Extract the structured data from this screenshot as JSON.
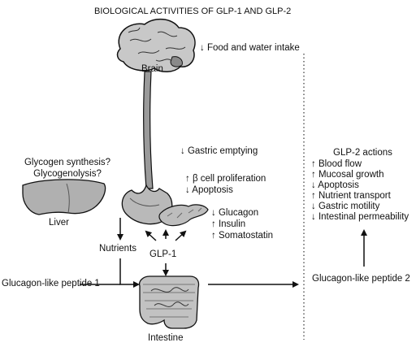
{
  "title": "BIOLOGICAL ACTIVITIES OF GLP-1 AND GLP-2",
  "organs": {
    "brain": "Brain",
    "liver": "Liver",
    "intestine": "Intestine"
  },
  "brain_effect": "↓ Food and water intake",
  "gastric_effect": "↓ Gastric emptying",
  "liver_question": {
    "line1": "Glycogen synthesis?",
    "line2": "Glycogenolysis?"
  },
  "beta_cell_effects": [
    "↑ β cell proliferation",
    "↓ Apoptosis"
  ],
  "pancreas_effects": [
    "↓ Glucagon",
    "↑ Insulin",
    "↑ Somatostatin"
  ],
  "nutrients": "Nutrients",
  "glp1": "GLP-1",
  "glp1_full": "Glucagon-like peptide 1",
  "glp2_full": "Glucagon-like peptide 2",
  "glp2_actions": {
    "heading": "GLP-2 actions",
    "items": [
      "↑ Blood flow",
      "↑ Mucosal growth",
      "↓ Apoptosis",
      "↑ Nutrient transport",
      "↓ Gastric motility",
      "↓ Intestinal permeability"
    ]
  },
  "colors": {
    "ink": "#111111",
    "organ_fill": "#b9b9b9",
    "organ_dark": "#8a8a8a"
  },
  "icons": [
    "brain-icon",
    "liver-icon",
    "stomach-icon",
    "pancreas-icon",
    "intestine-icon"
  ]
}
